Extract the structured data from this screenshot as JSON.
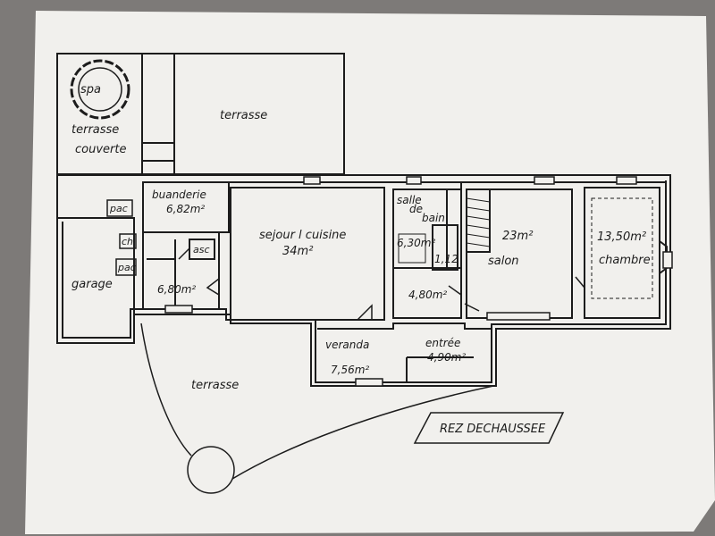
{
  "plan": {
    "title": "REZ DECHAUSSEE",
    "colors": {
      "ink": "#1c1c1c",
      "paper": "#f1f0ed",
      "background": "#7d7a78"
    },
    "rooms": {
      "spa": "spa",
      "terrasse_couverte_line1": "terrasse",
      "terrasse_couverte_line2": "couverte",
      "terrasse_top": "terrasse",
      "pac_top": "pac",
      "ch": "ch",
      "pac_bottom": "pac",
      "garage": "garage",
      "buanderie": "buanderie",
      "buanderie_area": "6,82m²",
      "asc": "asc",
      "hall_area": "6,80m²",
      "sejour": "sejour l cuisine",
      "sejour_area": "34m²",
      "salle_line1": "salle",
      "salle_line2": "de",
      "salle_line3": "bain",
      "bain_area": "6,30m²",
      "wc_area": "1,12",
      "dega_area": "4,80m²",
      "salon_area": "23m²",
      "salon": "salon",
      "chambre_area": "13,50m²",
      "chambre": "chambre",
      "veranda": "veranda",
      "veranda_area": "7,56m²",
      "entree": "entrée",
      "entree_area": "4,90m²",
      "terrasse_bottom": "terrasse"
    }
  }
}
